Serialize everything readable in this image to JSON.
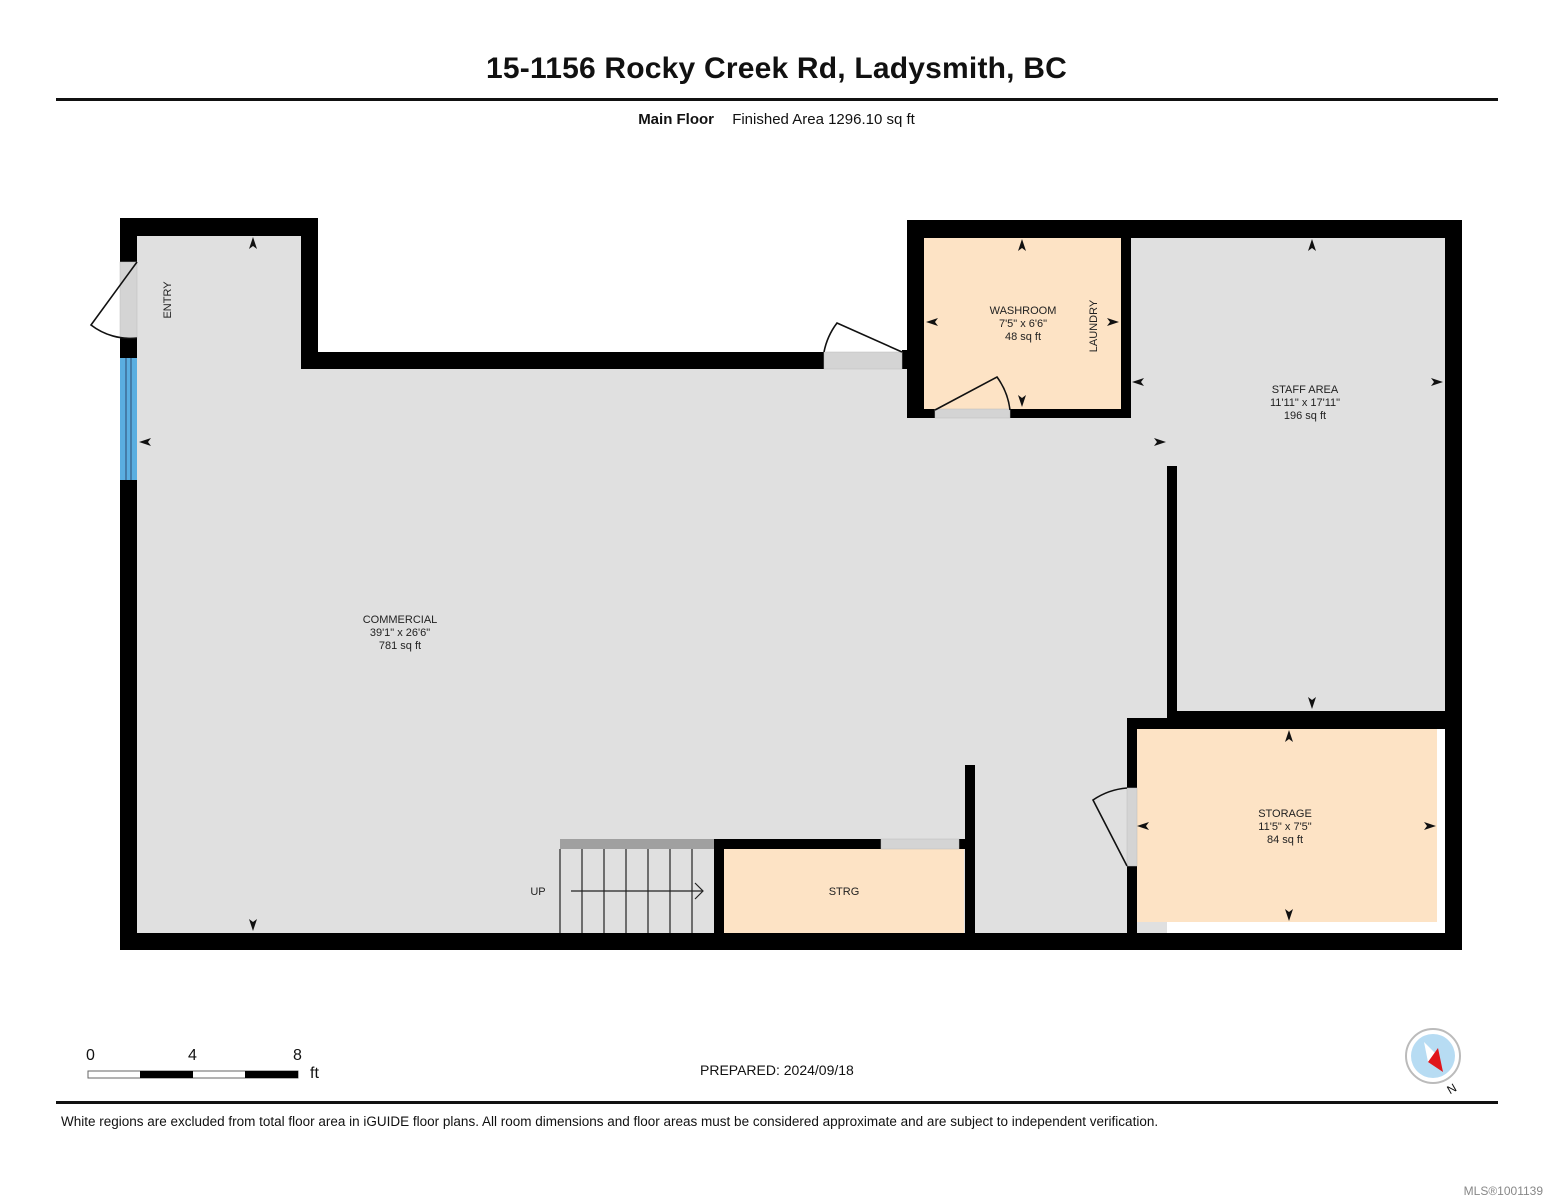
{
  "header": {
    "title": "15-1156 Rocky Creek Rd, Ladysmith, BC",
    "floor_name": "Main Floor",
    "finished_area": "Finished Area 1296.10 sq ft"
  },
  "rooms": {
    "entry": {
      "name": "ENTRY"
    },
    "commercial": {
      "name": "COMMERCIAL",
      "dimensions": "39'1\" x 26'6\"",
      "area": "781 sq ft"
    },
    "washroom": {
      "name": "WASHROOM",
      "dimensions": "7'5\" x 6'6\"",
      "area": "48 sq ft"
    },
    "laundry": {
      "name": "LAUNDRY"
    },
    "staff_area": {
      "name": "STAFF AREA",
      "dimensions": "11'11\" x 17'11\"",
      "area": "196 sq ft"
    },
    "storage": {
      "name": "STORAGE",
      "dimensions": "11'5\" x 7'5\"",
      "area": "84 sq ft"
    },
    "strg": {
      "name": "STRG"
    },
    "stairs": {
      "label": "UP"
    }
  },
  "colors": {
    "wall": "#000000",
    "floor_grey": "#e0e0e0",
    "floor_beige": "#fde3c5",
    "window_blue": "#5aaee0",
    "stair_top": "#a0a0a0"
  },
  "scale_bar": {
    "ticks": [
      "0",
      "4",
      "8"
    ],
    "unit": "ft"
  },
  "prepared": "PREPARED: 2024/09/18",
  "compass": {
    "label": "N"
  },
  "footer": {
    "disclaimer": "White regions are excluded from total floor area in iGUIDE floor plans. All room dimensions and floor areas must be considered approximate and are subject to independent verification.",
    "mls": "MLS®1001139"
  }
}
